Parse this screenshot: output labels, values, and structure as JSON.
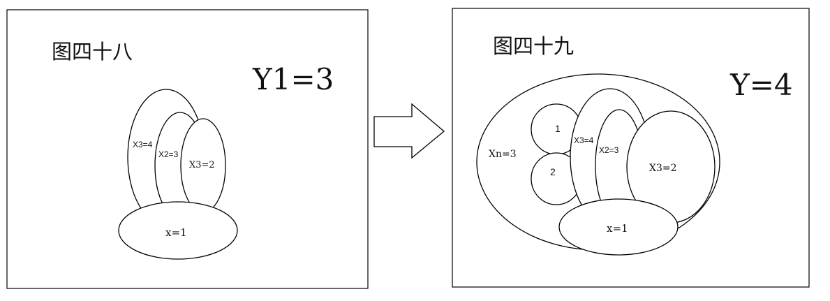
{
  "left_panel": {
    "title": "图四十八",
    "result": "Y1=3",
    "labels": {
      "x3_4": "X3=4",
      "x2_3": "X2=3",
      "x3_2": "X3=2",
      "x1": "x=1"
    }
  },
  "right_panel": {
    "title": "图四十九",
    "result": "Y=4",
    "labels": {
      "xn_3": "Xn=3",
      "one": "1",
      "two": "2",
      "x3_4": "X3=4",
      "x2_3": "X2=3",
      "x3_2": "X3=2",
      "x1": "x=1"
    }
  },
  "colors": {
    "stroke": "#000000",
    "fill": "#ffffff"
  }
}
